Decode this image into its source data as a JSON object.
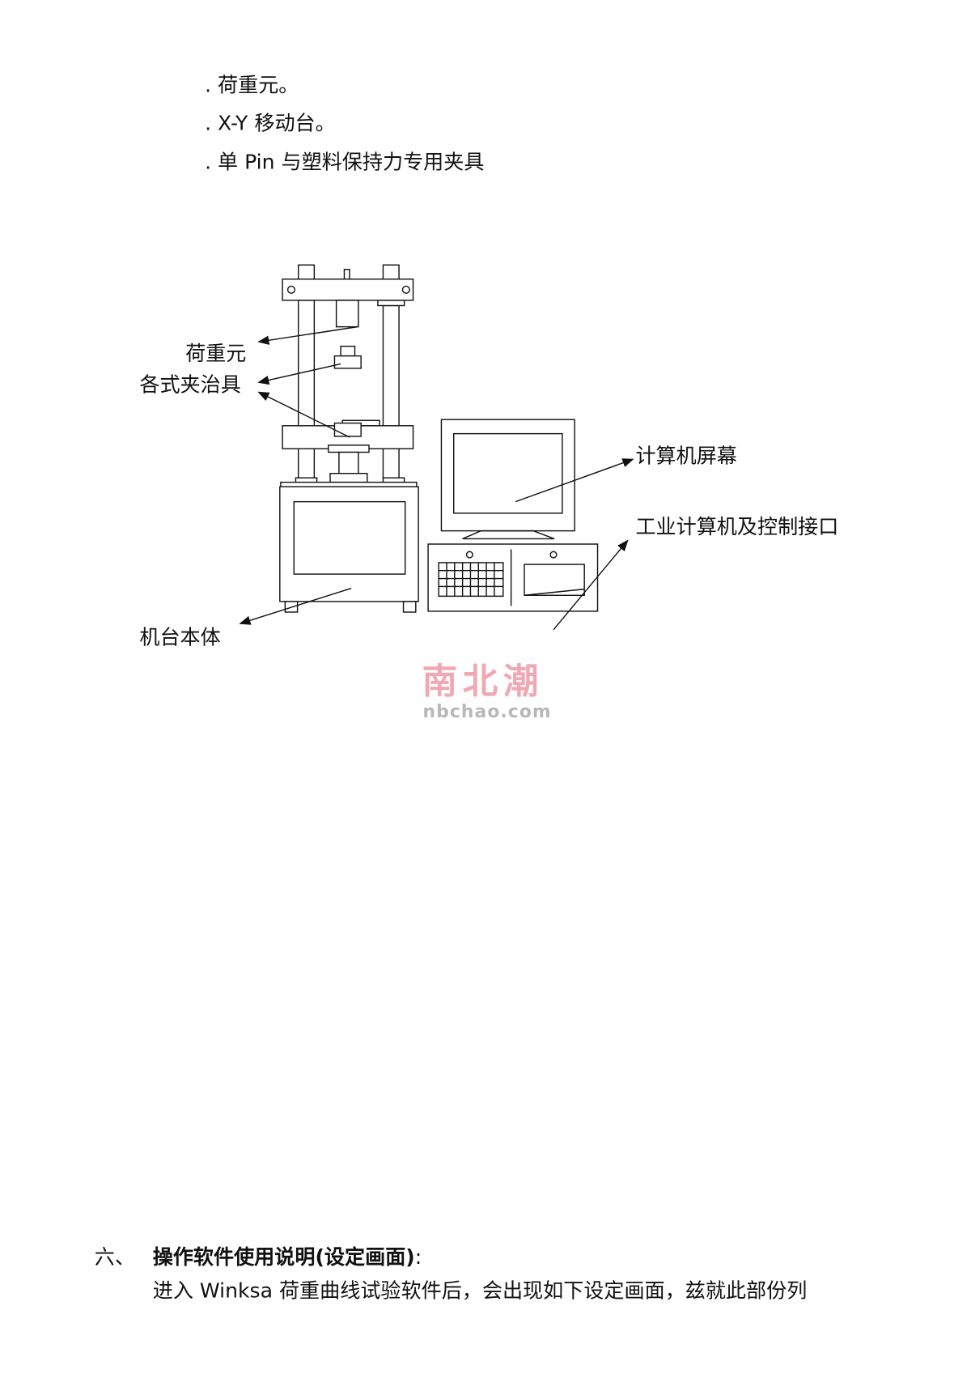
{
  "list_items": [
    ". 荷重元。",
    ". X-Y 移动台。",
    ". 单 Pin 与塑料保持力专用夹具"
  ],
  "diagram": {
    "labels": {
      "load_cell": "荷重元",
      "fixtures": "各式夹治具",
      "monitor": "计算机屏幕",
      "industrial_pc": "工业计算机及控制接口",
      "machine_body": "机台本体"
    }
  },
  "watermark": {
    "logo_text": "南北潮",
    "site": "nbchao.com"
  },
  "section": {
    "number": "六、",
    "title": "操作软件使用说明(设定画面)",
    "title_suffix": ":",
    "body": "进入 Winksa 荷重曲线试验软件后，会出现如下设定画面，兹就此部份列"
  }
}
